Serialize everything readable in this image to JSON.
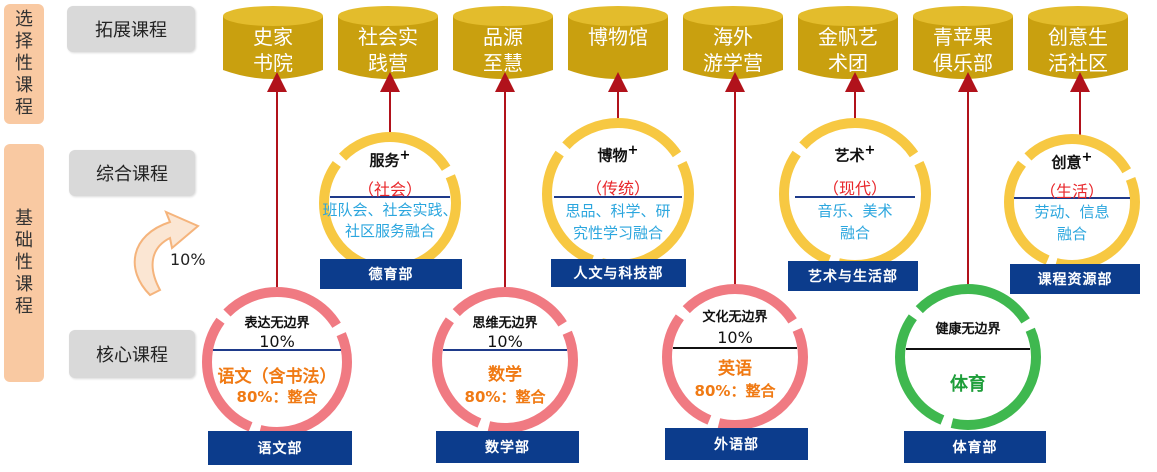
{
  "sidebar": {
    "elective": "选择性课程",
    "foundational": "基础性课程"
  },
  "tiers": {
    "extension": "拓展课程",
    "comprehensive": "综合课程",
    "core": "核心课程"
  },
  "extension_courses": [
    {
      "line1": "史家",
      "line2": "书院"
    },
    {
      "line1": "社会实",
      "line2": "践营"
    },
    {
      "line1": "品源",
      "line2": "至慧"
    },
    {
      "line1": "博物馆",
      "line2": ""
    },
    {
      "line1": "海外",
      "line2": "游学营"
    },
    {
      "line1": "金帆艺",
      "line2": "术团"
    },
    {
      "line1": "青苹果",
      "line2": "俱乐部"
    },
    {
      "line1": "创意生",
      "line2": "活社区"
    }
  ],
  "comprehensive": [
    {
      "title": "服务",
      "plus": "+",
      "sub": "（社会）",
      "desc1": "班队会、社会实践、",
      "desc2": "社区服务融合",
      "dept": "德育部"
    },
    {
      "title": "博物",
      "plus": "+",
      "sub": "（传统）",
      "desc1": "思品、科学、研",
      "desc2": "究性学习融合",
      "dept": "人文与科技部"
    },
    {
      "title": "艺术",
      "plus": "+",
      "sub": "（现代）",
      "desc1": "音乐、美术",
      "desc2": "融合",
      "dept": "艺术与生活部"
    },
    {
      "title": "创意",
      "plus": "+",
      "sub": "（生活）",
      "desc1": "劳动、信息",
      "desc2": "融合",
      "dept": "课程资源部"
    }
  ],
  "core": [
    {
      "title": "表达无边界",
      "pct": "10%",
      "subject": "语文（含书法）",
      "ratio": "80%：整合",
      "dept": "语文部"
    },
    {
      "title": "思维无边界",
      "pct": "10%",
      "subject": "数学",
      "ratio": "80%：整合",
      "dept": "数学部"
    },
    {
      "title": "文化无边界",
      "pct": "10%",
      "subject": "英语",
      "ratio": "80%：整合",
      "dept": "外语部"
    },
    {
      "title": "健康无边界",
      "pct": "",
      "subject": "体育",
      "ratio": "",
      "dept": "体育部"
    }
  ],
  "arrow_label": "10%",
  "colors": {
    "gold": "#c9a00f",
    "yellow_ring": "#f7c842",
    "pink_ring": "#f07a82",
    "green_ring": "#3fb84f",
    "navy": "#0c3c8c",
    "red_arrow": "#b1121b"
  }
}
